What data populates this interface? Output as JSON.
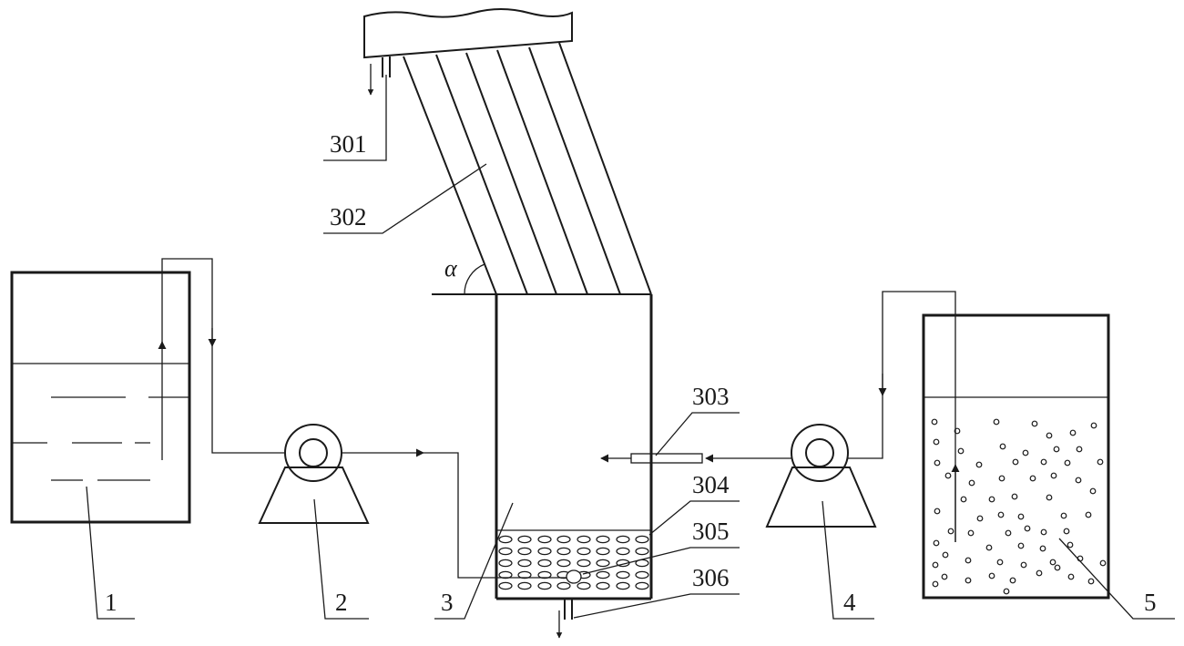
{
  "labels": {
    "tank1": "1",
    "pump2": "2",
    "reactor3": "3",
    "pump4": "4",
    "tank5": "5",
    "c301": "301",
    "c302": "302",
    "c303": "303",
    "c304": "304",
    "c305": "305",
    "c306": "306",
    "angle": "α"
  },
  "colors": {
    "line": "#1a1a1a",
    "background": "#ffffff"
  }
}
